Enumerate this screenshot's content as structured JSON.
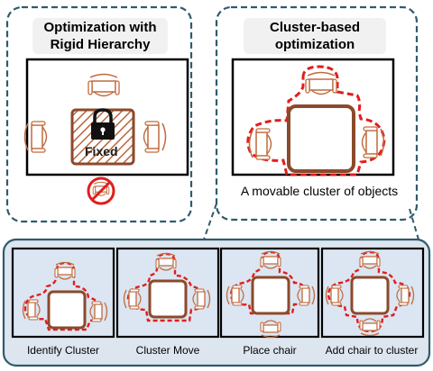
{
  "panels": {
    "rigid": {
      "title": "Optimization with Rigid Hierarchy",
      "fixed_label": "Fixed"
    },
    "cluster": {
      "title": "Cluster-based optimization",
      "caption": "A movable cluster of objects"
    }
  },
  "steps": [
    {
      "label": "Identify Cluster"
    },
    {
      "label": "Cluster Move"
    },
    {
      "label": "Place chair"
    },
    {
      "label": "Add chair to cluster"
    }
  ],
  "colors": {
    "panel_border": "#2e5b6e",
    "table_brown": "#8b4a2b",
    "cluster_red": "#e01e1e",
    "step_bg": "#dce6f2",
    "lower_bg": "#dde6ef"
  },
  "icons": [
    "lock-icon",
    "prohibited-icon",
    "chair-icon",
    "table-icon"
  ]
}
